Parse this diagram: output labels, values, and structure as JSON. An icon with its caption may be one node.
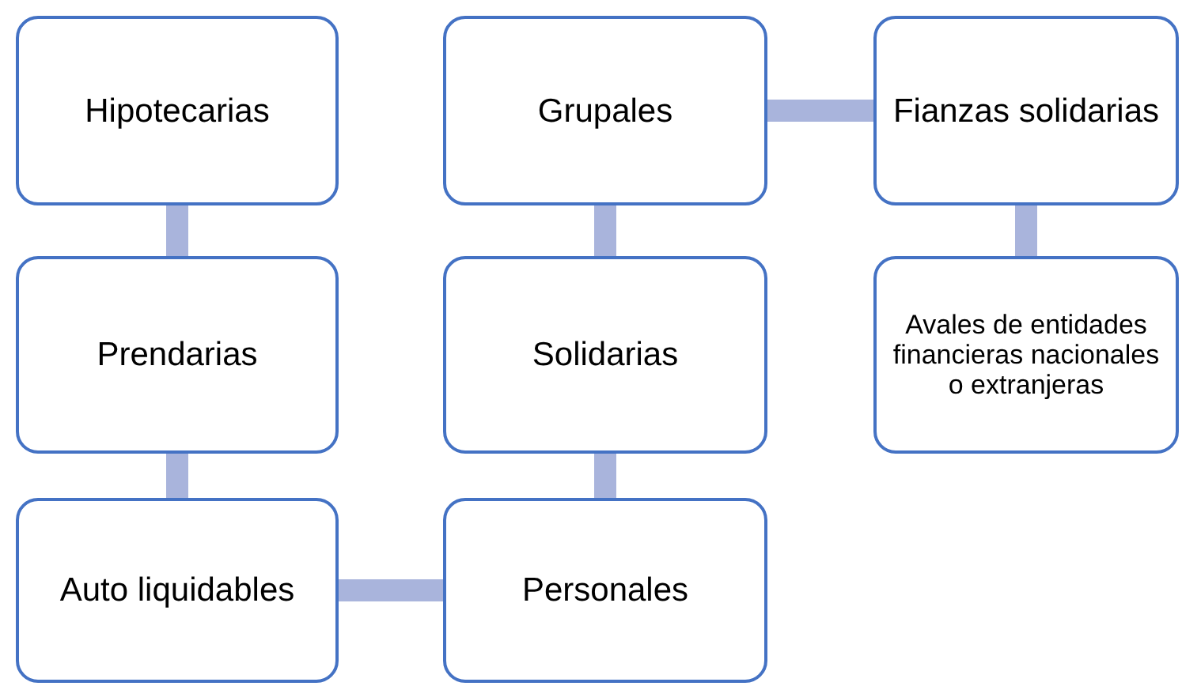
{
  "diagram": {
    "nodes": [
      {
        "text": [
          "Hipotecarias"
        ]
      },
      {
        "text": [
          "Prendarias"
        ]
      },
      {
        "text": [
          "Auto liquidables"
        ]
      },
      {
        "text": [
          "Personales"
        ]
      },
      {
        "text": [
          "Solidarias"
        ]
      },
      {
        "text": [
          "Grupales"
        ]
      },
      {
        "text": [
          "Fianzas solidarias"
        ]
      },
      {
        "text": [
          "Avales de entidades financieras nacionales o extranjeras"
        ]
      }
    ],
    "edges": [
      {
        "from": 0,
        "to": 1,
        "arrow": "none"
      },
      {
        "from": 1,
        "to": 2,
        "arrow": "none"
      },
      {
        "from": 2,
        "to": 3,
        "arrow": "none"
      },
      {
        "from": 3,
        "to": 4,
        "arrow": "none"
      },
      {
        "from": 4,
        "to": 5,
        "arrow": "none"
      },
      {
        "from": 5,
        "to": 6,
        "arrow": "none"
      },
      {
        "from": 6,
        "to": 7,
        "arrow": "none"
      }
    ]
  }
}
